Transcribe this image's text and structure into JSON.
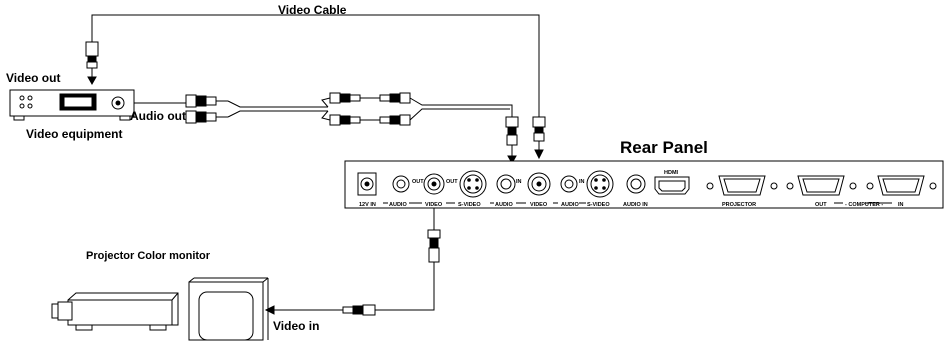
{
  "labels": {
    "video_cable": "Video Cable",
    "video_out": "Video out",
    "audio_out": "Audio out",
    "video_equipment": "Video equipment",
    "rear_panel": "Rear Panel",
    "projector_color_monitor": "Projector Color monitor",
    "video_in": "Video in"
  },
  "panel": {
    "power_label": "12V IN",
    "group1": {
      "audio": "AUDIO",
      "video": "VIDEO",
      "svideo": "S-VIDEO",
      "out": "OUT"
    },
    "group2": {
      "audio": "AUDIO",
      "video": "VIDEO",
      "in": "IN"
    },
    "group3": {
      "audio": "AUDIO",
      "svideo": "S-VIDEO",
      "audio_in": "AUDIO IN",
      "in": "IN"
    },
    "hdmi": "HDMI",
    "projector": "PROJECTOR",
    "out": "OUT",
    "computer": "- COMPUTER -",
    "in": "IN"
  }
}
